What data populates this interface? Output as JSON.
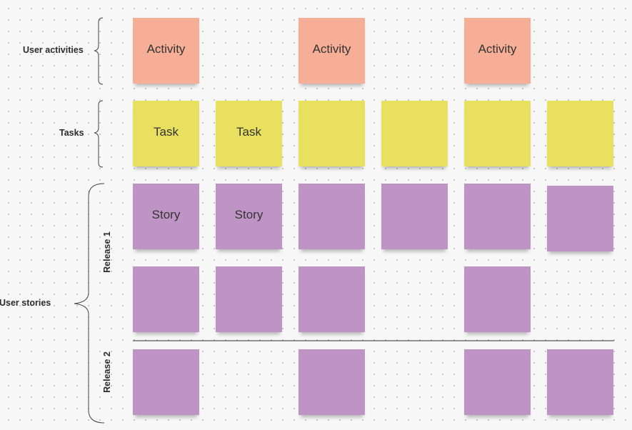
{
  "labels": {
    "user_activities": "User activities",
    "tasks": "Tasks",
    "user_stories": "User stories",
    "release1": "Release 1",
    "release2": "Release 2"
  },
  "notes": {
    "activity": "Activity",
    "task": "Task",
    "story": "Story"
  },
  "colors": {
    "activity": "#f7ae97",
    "task": "#e8e05e",
    "story": "#be94c4"
  }
}
